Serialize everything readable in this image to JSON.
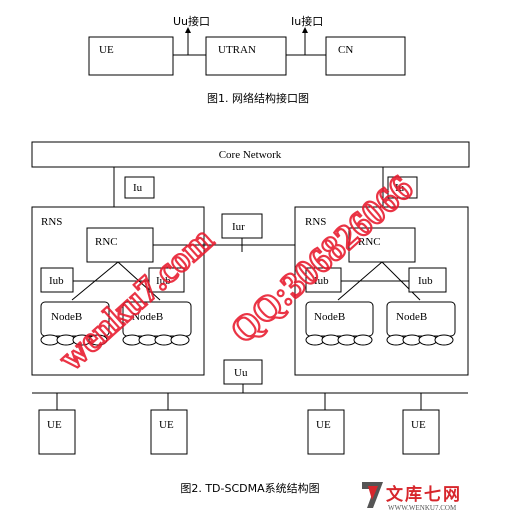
{
  "figure1": {
    "boxes": {
      "ue": "UE",
      "utran": "UTRAN",
      "cn": "CN"
    },
    "interfaces": {
      "uu": "Uu接口",
      "iu": "Iu接口"
    },
    "caption": "图1. 网络结构接口图"
  },
  "figure2": {
    "core_network": "Core Network",
    "iu_left": "Iu",
    "iu_right": "Iu",
    "iur": "Iur",
    "uu": "Uu",
    "rns_left": {
      "label": "RNS",
      "rnc": "RNC",
      "iub_1": "Iub",
      "iub_2": "Iub",
      "nodeb_1": "NodeB",
      "nodeb_2": "NodeB"
    },
    "rns_right": {
      "label": "RNS",
      "rnc": "RNC",
      "iub_1": "Iub",
      "iub_2": "Iub",
      "nodeb_1": "NodeB",
      "nodeb_2": "NodeB"
    },
    "ues": [
      "UE",
      "UE",
      "UE",
      "UE"
    ],
    "caption": "图2. TD-SCDMA系统结构图"
  },
  "watermark": {
    "text_1": "wenku7.com",
    "text_2": "QQ:306826066",
    "color": "#e8192c"
  },
  "logo": {
    "name": "文库七网",
    "url": "WWW.WENKU7.COM",
    "color": "#d7262c"
  }
}
